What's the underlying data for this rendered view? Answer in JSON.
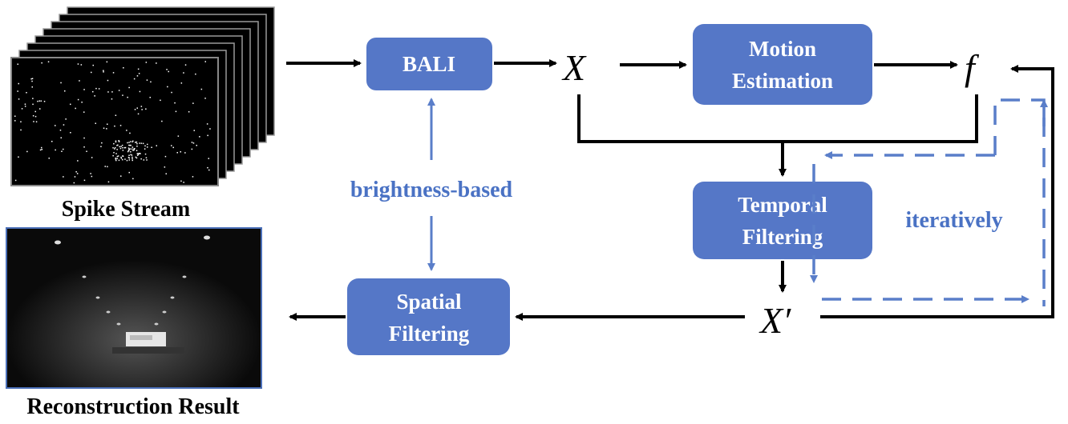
{
  "colors": {
    "box_fill": "#5577c7",
    "blue_text": "#4a72c4",
    "blue_arrow": "#5a7ec9",
    "black": "#000000"
  },
  "nodes": {
    "bali": "BALI",
    "motion_estimation": [
      "Motion",
      "Estimation"
    ],
    "temporal_filtering": [
      "Temporal",
      "Filtering"
    ],
    "spatial_filtering": [
      "Spatial",
      "Filtering"
    ]
  },
  "symbols": {
    "x": "X",
    "f": "f",
    "x_prime": "X′"
  },
  "labels": {
    "spike_stream": "Spike Stream",
    "reconstruction_result": "Reconstruction Result",
    "brightness_based": "brightness-based",
    "iteratively": "iteratively"
  }
}
